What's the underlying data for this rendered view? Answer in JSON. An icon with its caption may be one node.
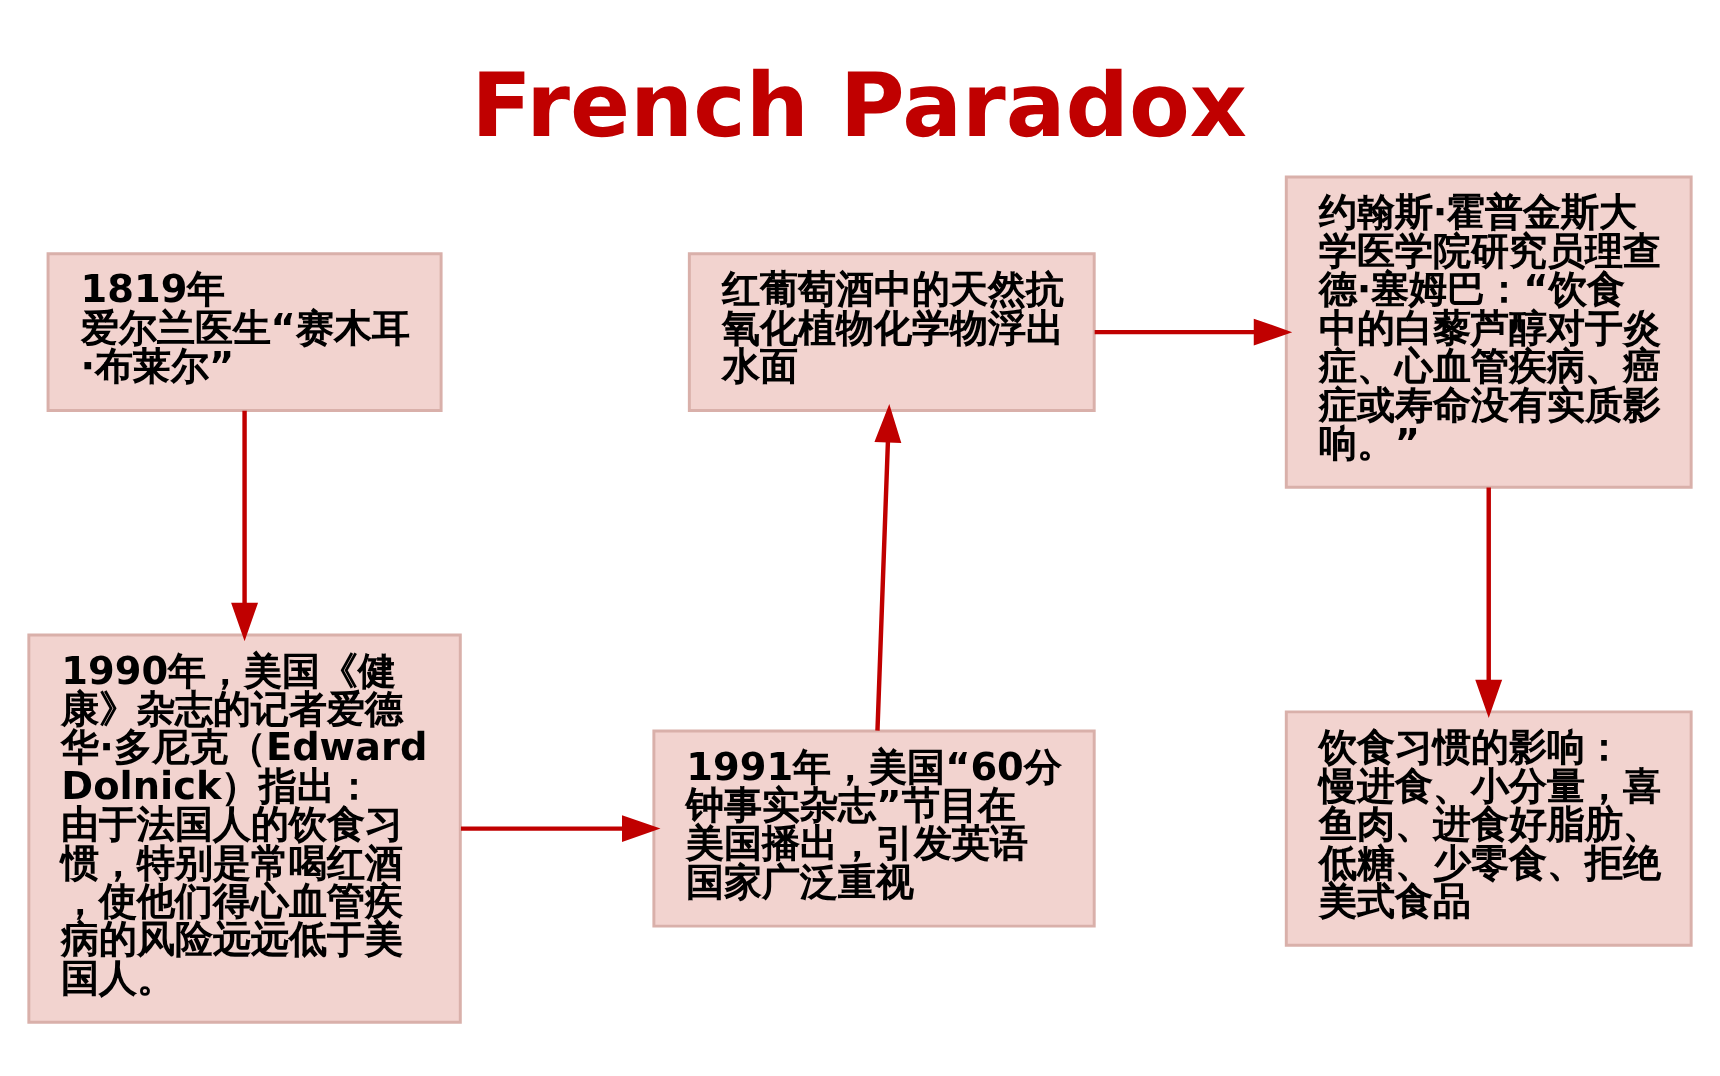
{
  "diagram": {
    "title": "French Paradox",
    "nodes": [
      {
        "text": [
          "1819年",
          "爱尔兰医生“赛木耳·布莱尔”"
        ]
      },
      {
        "text": [
          "1990年，美国《健康》杂志的记者爱德华·多尼克（Edward Dolnick）指出：由于法国人的饮食习惯，特别是常喝红酒，使他们得心血管疾病的风险远远低于美国人。"
        ]
      },
      {
        "text": [
          "1991年，美国“60分钟事实杂志”节目在美国播出，引发英语国家广泛重视"
        ]
      },
      {
        "text": [
          "红葡萄酒中的天然抗氧化植物化学物浮出水面"
        ]
      },
      {
        "text": [
          "约翰斯·霍普金斯大学医学院研究员理查德·塞姆巴：“饮食中的白藜芦醇对于炎症、心血管疾病、癌症或寿命没有实质影响。”"
        ]
      },
      {
        "text": [
          "饮食习惯的影响：",
          "慢进食、小分量，喜鱼肉、进食好脂肪、低糖、少零食、拒绝美式食品"
        ]
      }
    ],
    "edges": [
      {
        "from": 0,
        "to": 1,
        "arrow": "to"
      },
      {
        "from": 1,
        "to": 2,
        "arrow": "to"
      },
      {
        "from": 2,
        "to": 3,
        "arrow": "to"
      },
      {
        "from": 3,
        "to": 4,
        "arrow": "to"
      },
      {
        "from": 4,
        "to": 5,
        "arrow": "to"
      }
    ]
  }
}
